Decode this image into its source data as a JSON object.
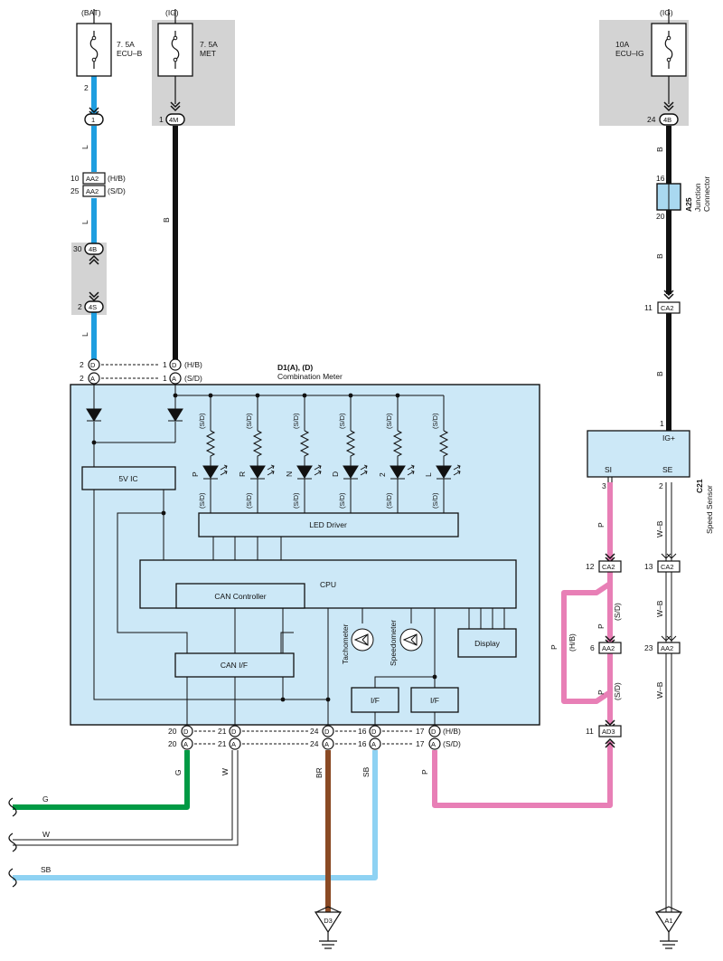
{
  "colors": {
    "blue": "#1e9ee0",
    "light_blue": "#8ed2f3",
    "black": "#111111",
    "green": "#009a44",
    "brown": "#8a4a24",
    "pink": "#e87fb6",
    "meter_fill": "#cce8f7",
    "fuse_grey": "#d3d3d3"
  },
  "fuses": {
    "bat": {
      "supply": "(BAT)",
      "rating": "7. 5A",
      "name": "ECU–B",
      "pin": "2"
    },
    "ig_met": {
      "supply": "(IG)",
      "rating": "7. 5A",
      "name": "MET",
      "pin": "1",
      "connector": "4M"
    },
    "ig_ecu": {
      "supply": "(IG)",
      "rating": "10A",
      "name": "ECU–IG",
      "pin": "24",
      "connector": "4B"
    }
  },
  "left_branch": {
    "conn1": "1",
    "wire_color_1": "L",
    "aa2_hb": {
      "pin": "10",
      "id": "AA2",
      "variant": "(H/B)"
    },
    "aa2_sd": {
      "pin": "25",
      "id": "AA2",
      "variant": "(S/D)"
    },
    "wire_color_2": "L",
    "j4b": {
      "pin": "30",
      "id": "4B"
    },
    "j4s": {
      "pin": "2",
      "id": "4S"
    },
    "wire_color_3": "L",
    "ig_wire_color": "B"
  },
  "meter": {
    "id_label": "D1(A), (D)",
    "name": "Combination Meter",
    "top_pins": [
      {
        "pin": "2",
        "conn": "D"
      },
      {
        "pin": "2",
        "conn": "A"
      },
      {
        "pin": "1",
        "conn": "D",
        "variant": "(H/B)"
      },
      {
        "pin": "1",
        "conn": "A",
        "variant": "(S/D)"
      }
    ],
    "five_v_ic": "5V IC",
    "led_driver": "LED Driver",
    "cpu": "CPU",
    "can_controller": "CAN Controller",
    "can_if": "CAN I/F",
    "display": "Display",
    "if1": "I/F",
    "if2": "I/F",
    "tachometer": "Tachometer",
    "speedometer": "Speedometer",
    "leds": [
      {
        "label": "P",
        "variant": "(S/D)"
      },
      {
        "label": "R",
        "variant": "(S/D)"
      },
      {
        "label": "N",
        "variant": "(S/D)"
      },
      {
        "label": "D",
        "variant": "(S/D)"
      },
      {
        "label": "2",
        "variant": "(S/D)"
      },
      {
        "label": "L",
        "variant": "(S/D)"
      }
    ],
    "bottom_pins": [
      {
        "pin": "20",
        "d": "D",
        "a": "A",
        "wire": "G"
      },
      {
        "pin": "21",
        "d": "D",
        "a": "A",
        "wire": "W"
      },
      {
        "pin": "24",
        "d": "D",
        "a": "A",
        "wire": "BR"
      },
      {
        "pin": "16",
        "d": "D",
        "a": "A",
        "wire": "SB"
      },
      {
        "pin": "17",
        "d": "D",
        "a": "A",
        "wire": "P",
        "variant_d": "(H/B)",
        "variant_a": "(S/D)"
      }
    ]
  },
  "right_branch": {
    "wire_color": "B",
    "junction": {
      "id": "A25",
      "name_line1": "Junction",
      "name_line2": "Connector",
      "pin_top": "16",
      "pin_bottom": "20"
    },
    "ca2_top": {
      "pin": "11",
      "id": "CA2"
    }
  },
  "speed_sensor": {
    "id": "C21",
    "name": "Speed Sensor",
    "ig_pin": "1",
    "ig_label": "IG+",
    "si": "SI",
    "se": "SE",
    "si_pin": "3",
    "se_pin": "2"
  },
  "sensor_wiring": {
    "p": "P",
    "wb": "W–B",
    "hb": "(H/B)",
    "sd": "(S/D)",
    "ca2_si": {
      "pin": "12",
      "id": "CA2"
    },
    "ca2_se": {
      "pin": "13",
      "id": "CA2"
    },
    "aa2_si": {
      "pin": "6",
      "id": "AA2"
    },
    "aa2_se": {
      "pin": "23",
      "id": "AA2"
    },
    "ad3": {
      "pin": "11",
      "id": "AD3"
    }
  },
  "external": {
    "g": "G",
    "w": "W",
    "sb": "SB"
  },
  "grounds": {
    "d3": "D3",
    "a1": "A1"
  }
}
